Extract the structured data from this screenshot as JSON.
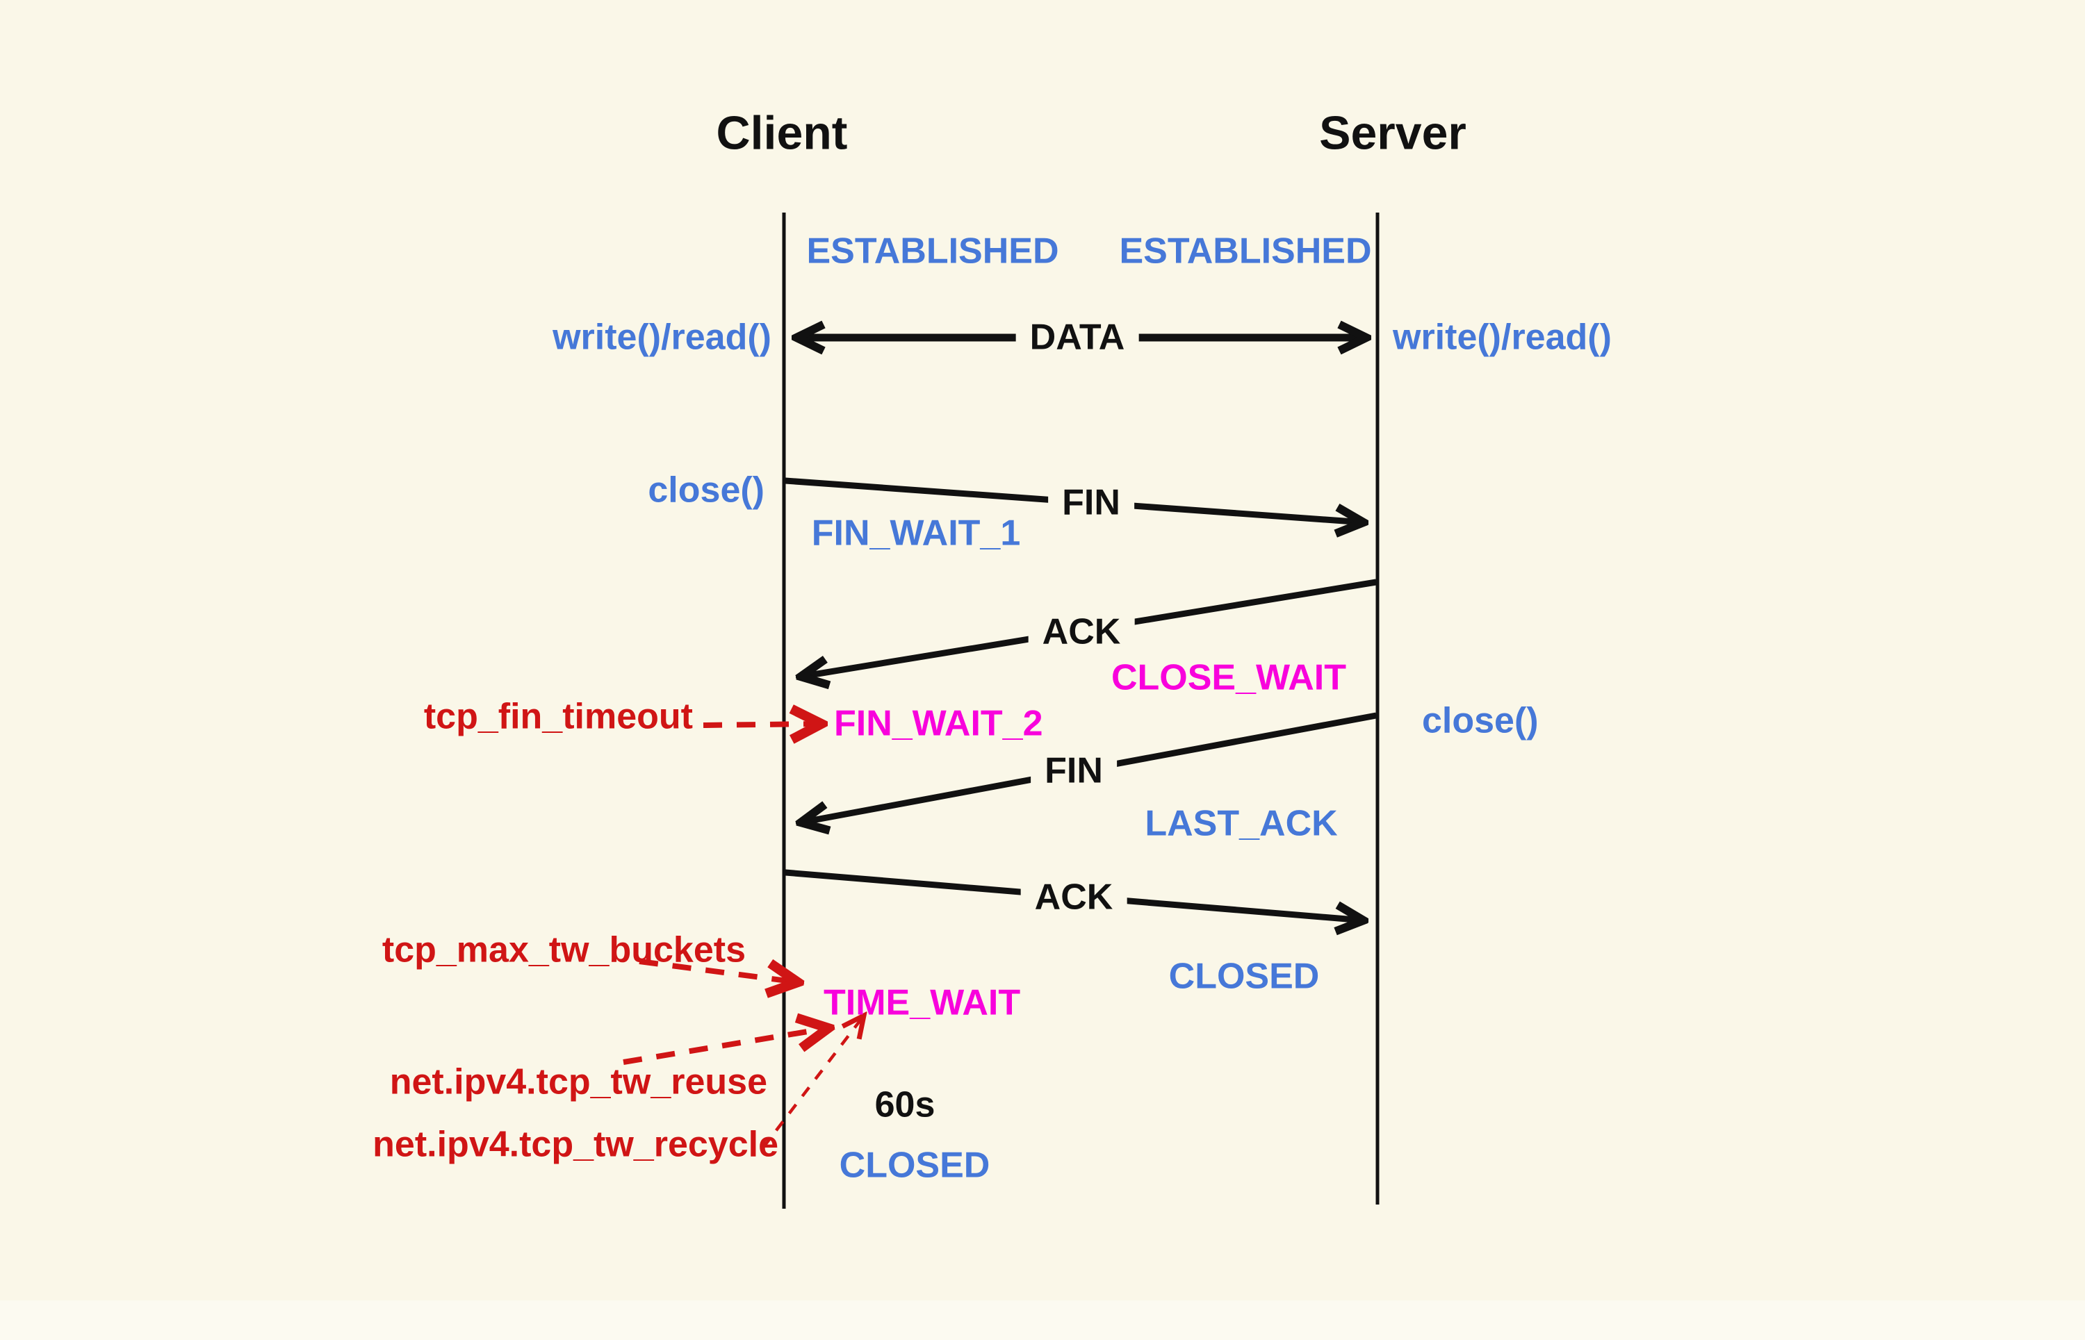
{
  "colors": {
    "background": "#faf7e8",
    "ink": "#111111",
    "blue": "#4678d8",
    "magenta": "#f802dc",
    "red": "#d01515"
  },
  "participants": {
    "left": "Client",
    "right": "Server"
  },
  "states": {
    "client_established": "ESTABLISHED",
    "server_established": "ESTABLISHED",
    "fin_wait_1": "FIN_WAIT_1",
    "close_wait": "CLOSE_WAIT",
    "fin_wait_2": "FIN_WAIT_2",
    "last_ack": "LAST_ACK",
    "time_wait": "TIME_WAIT",
    "server_closed": "CLOSED",
    "client_closed": "CLOSED"
  },
  "messages": {
    "data": "DATA",
    "fin_1": "FIN",
    "ack_1": "ACK",
    "fin_2": "FIN",
    "ack_2": "ACK"
  },
  "api_calls": {
    "client_write_read": "write()/read()",
    "server_write_read": "write()/read()",
    "client_close": "close()",
    "server_close": "close()"
  },
  "kernel_params": {
    "fin_timeout": "tcp_fin_timeout",
    "max_tw_buckets": "tcp_max_tw_buckets",
    "tw_reuse": "net.ipv4.tcp_tw_reuse",
    "tw_recycle": "net.ipv4.tcp_tw_recycle"
  },
  "annotations": {
    "time_wait_duration": "60s"
  }
}
